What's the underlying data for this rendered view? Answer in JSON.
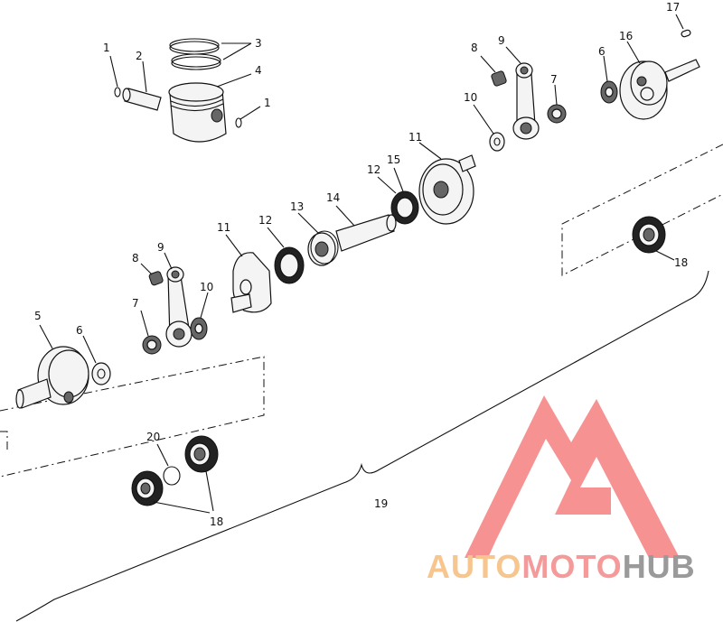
{
  "callouts": {
    "c1": "1",
    "c2": "2",
    "c3": "3",
    "c4": "4",
    "c1b": "1",
    "c8a": "8",
    "c9a": "9",
    "c7a": "7",
    "c10a": "10",
    "c6a": "6",
    "c16": "16",
    "c17": "17",
    "c11a": "11",
    "c12a": "12",
    "c15": "15",
    "c14": "14",
    "c13": "13",
    "c12b": "12",
    "c11b": "11",
    "c8b": "8",
    "c9b": "9",
    "c7b": "7",
    "c10b": "10",
    "c5": "5",
    "c6b": "6",
    "c20": "20",
    "c18a": "18",
    "c18b": "18",
    "c19": "19"
  },
  "watermark": {
    "part1": "AUTO",
    "part2": "MOTO",
    "part3": "HUB",
    "color1": "#f7c58e",
    "color2": "#f59a9a",
    "color3": "#9a9a9a",
    "logo_color": "#f57f7f"
  }
}
